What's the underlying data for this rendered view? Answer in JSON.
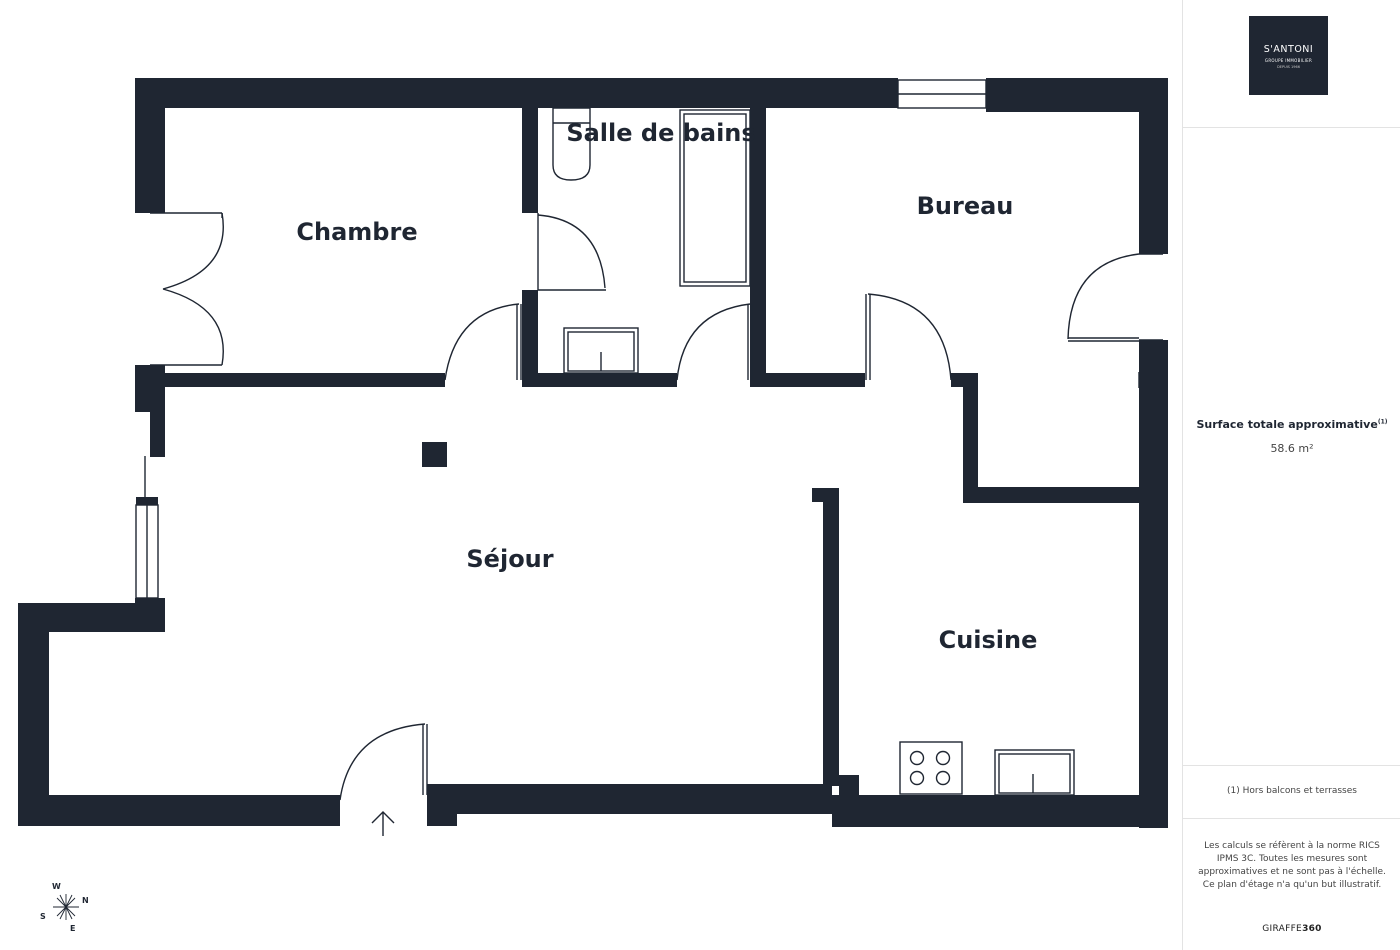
{
  "rooms": {
    "chambre": "Chambre",
    "salle_de_bains": "Salle de bains",
    "bureau": "Bureau",
    "sejour": "Séjour",
    "cuisine": "Cuisine"
  },
  "compass": {
    "w": "W",
    "n": "N",
    "s": "S",
    "e": "E"
  },
  "logo": {
    "name": "S'ANTONI",
    "subtitle": "GROUPE IMMOBILIER",
    "since": "DEPUIS 1966"
  },
  "surface": {
    "title": "Surface totale approximative",
    "footnote_mark": "(1)",
    "value": "58.6 m²"
  },
  "footnote": "(1) Hors balcons et terrasses",
  "disclaimer": "Les calculs se réfèrent à la norme RICS IPMS 3C. Toutes les mesures sont approximatives et ne sont pas à l'échelle. Ce plan d'étage n'a qu'un but illustratif.",
  "brand": {
    "prefix": "GIRAFFE",
    "suffix": "360"
  },
  "colors": {
    "wall": "#1f2632",
    "background": "#ffffff",
    "divider": "#e3e3e3"
  }
}
